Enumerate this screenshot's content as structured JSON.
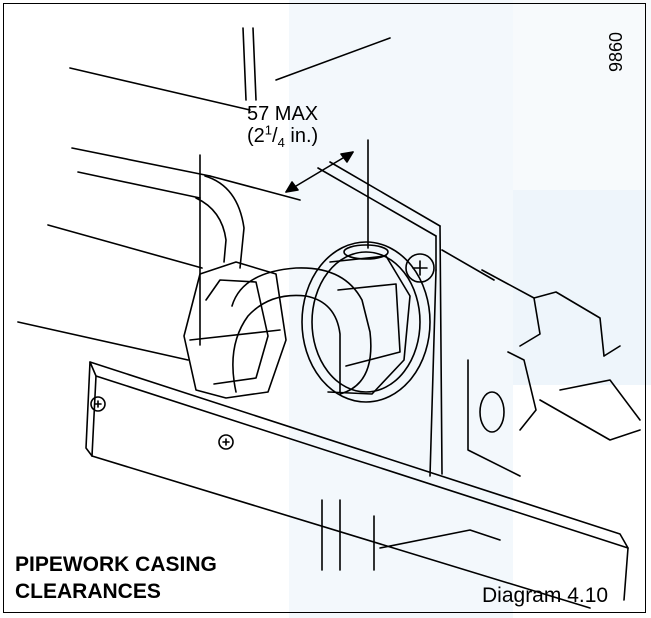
{
  "diagram": {
    "dimension": {
      "line1": "57 MAX",
      "line2_open": "(2",
      "line2_sup": "1",
      "line2_slash": "/",
      "line2_sub": "4",
      "line2_close": " in.)"
    },
    "figure_id": "9860",
    "title_line1": "PIPEWORK CASING",
    "title_line2": "CLEARANCES",
    "caption": "Diagram 4.10"
  }
}
